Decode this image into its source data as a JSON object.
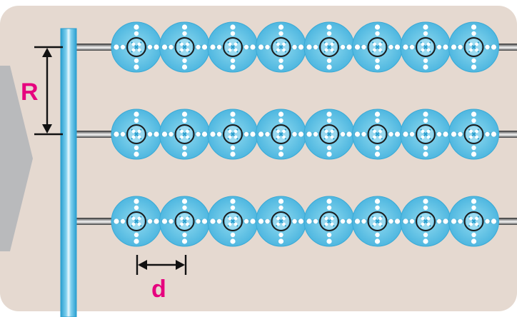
{
  "labels": {
    "spacing_between_rows": "R",
    "spacing_between_units": "d"
  },
  "diagram": {
    "rows": 3,
    "units_per_row": 8
  },
  "colors": {
    "background_panel": "#e5d9d0",
    "side_arrow": "#b9babc",
    "unit_fill": "#62c3e4",
    "unit_fill_light": "#9fdcf1",
    "unit_outline": "#2a9fcf",
    "rod_dark": "#3a3a3a",
    "rod_light": "#e9e9e9",
    "vertical_bar": "#45b4e4",
    "vertical_bar_highlight": "#e8f7fd",
    "label_color": "#e6007e",
    "dimension_line": "#111111",
    "dot": "#ffffff"
  }
}
